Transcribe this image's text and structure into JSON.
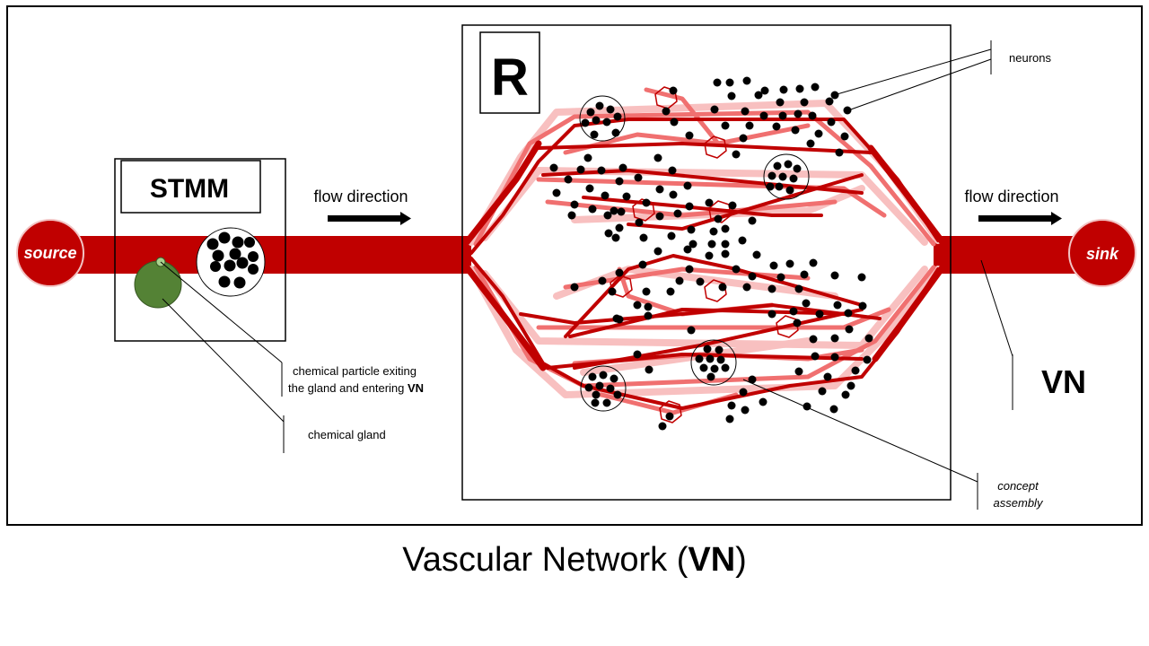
{
  "diagram": {
    "caption_prefix": "Vascular Network (",
    "caption_bold": "VN",
    "caption_suffix": ")",
    "stmm_label": "STMM",
    "r_label": "R",
    "source_label": "source",
    "sink_label": "sink",
    "flow_left": "flow direction",
    "flow_right": "flow direction",
    "neurons_label": "neurons",
    "particle_label_line1": "chemical particle exiting",
    "particle_label_line2_prefix": "the gland and entering ",
    "particle_label_line2_bold": "VN",
    "gland_label": "chemical gland",
    "vn_label": "VN",
    "concept_line1": "concept",
    "concept_line2": "assembly"
  },
  "colors": {
    "vessel_dark": "#c00000",
    "vessel_mid": "#f07070",
    "vessel_light": "#f8c0c0",
    "gland": "#548235",
    "particle": "#a9d18e",
    "neuron": "#000000"
  }
}
